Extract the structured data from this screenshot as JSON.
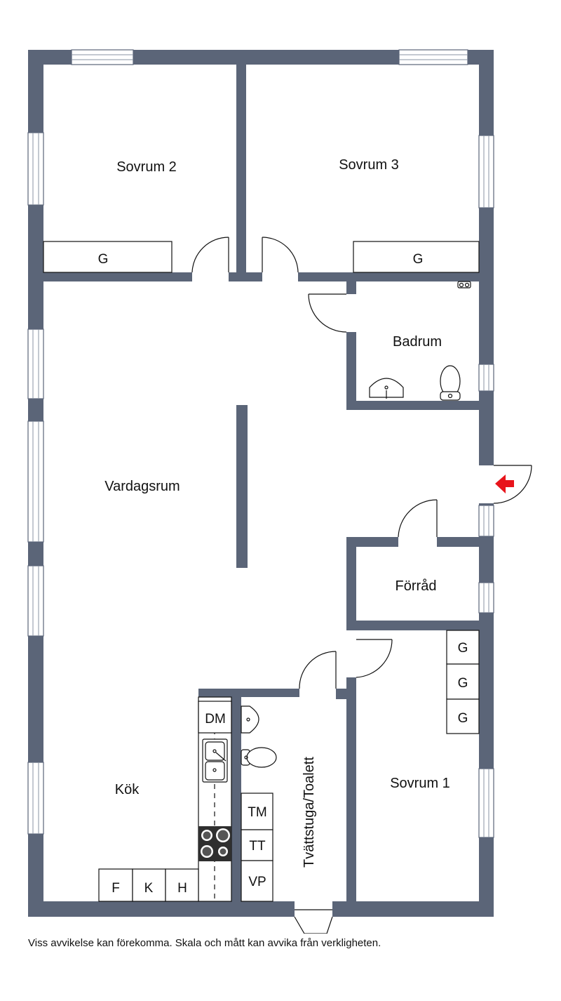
{
  "rooms": {
    "sovrum2": "Sovrum 2",
    "sovrum3": "Sovrum 3",
    "badrum": "Badrum",
    "vardagsrum": "Vardagsrum",
    "forrad": "Förråd",
    "kok": "Kök",
    "tvattstuga": "Tvättstuga/Toalett",
    "sovrum1": "Sovrum 1"
  },
  "fixtures": {
    "wardrobe": "G",
    "dishwasher": "DM",
    "washing_machine": "TM",
    "tumble_dryer": "TT",
    "water_heater": "VP",
    "fridge": "F",
    "freezer": "K",
    "cabinet": "H"
  },
  "colors": {
    "wall": "#5b6578",
    "entrance_marker": "#e8141b"
  },
  "entrance_icon": "entrance-arrow-icon",
  "disclaimer": "Viss avvikelse kan förekomma. Skala och mått kan avvika från verkligheten."
}
